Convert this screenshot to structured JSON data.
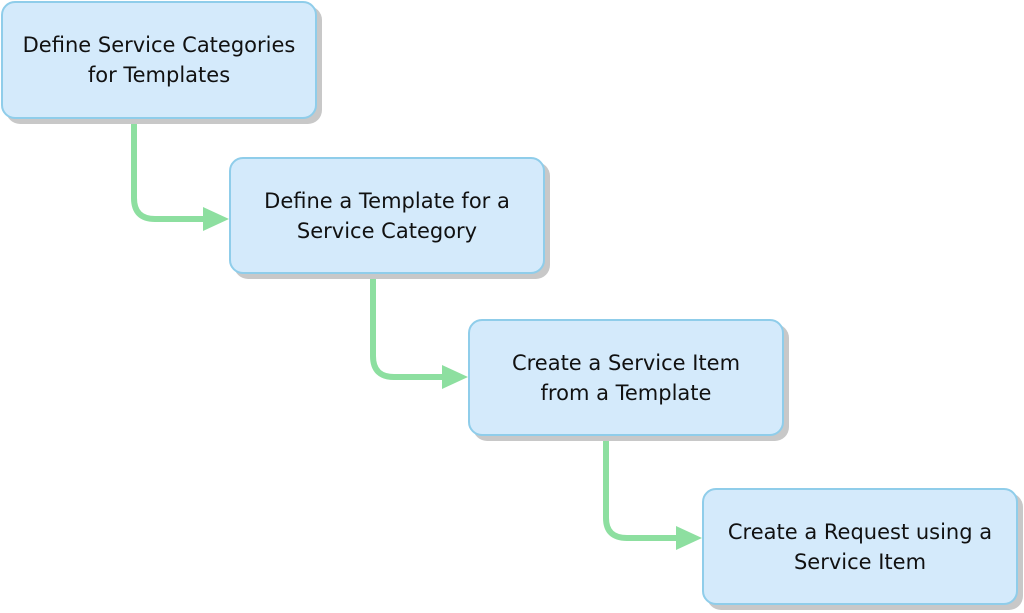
{
  "steps": [
    {
      "label": "Define Service Categories\nfor Templates"
    },
    {
      "label": "Define a Template for a\nService Category"
    },
    {
      "label": "Create a Service Item\nfrom a Template"
    },
    {
      "label": "Create a Request using a\nService Item"
    }
  ],
  "colors": {
    "box_fill": "#d4eafb",
    "box_border": "#8fcdea",
    "connector": "#8ddfa0",
    "shadow": "#c8c8c8"
  }
}
